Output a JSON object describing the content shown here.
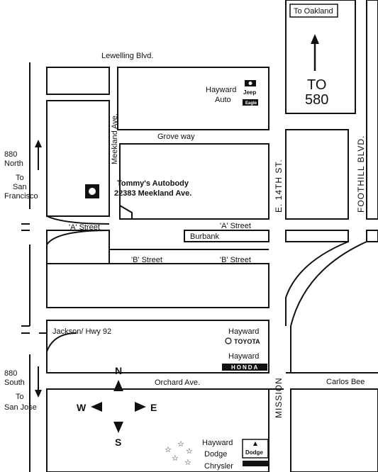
{
  "roads": {
    "lewelling": "Lewelling Blvd.",
    "grove": "Grove way",
    "meekland": "Meekland Ave.",
    "a_street_west": "'A' Street",
    "a_street_east": "'A' Street",
    "burbank": "Burbank",
    "b_street_west": "'B' Street",
    "b_street_east": "'B' Street",
    "jackson": "Jackson/ Hwy 92",
    "orchard": "Orchard Ave.",
    "carlos_bee": "Carlos Bee",
    "e14th": "E. 14TH ST.",
    "foothill": "FOOTHILL BLVD.",
    "mission": "MISSION"
  },
  "highway": {
    "north_line1": "880",
    "north_line2": "North",
    "north_line3": "To",
    "north_line4": "San",
    "north_line5": "Francisco",
    "south_line1": "880",
    "south_line2": "South",
    "south_line3": "To",
    "south_line4": "San Jose"
  },
  "oakland_box": "To Oakland",
  "to580_line1": "TO",
  "to580_line2": "580",
  "destination": {
    "name": "Tommy's Autobody",
    "address": "22383 Meekland Ave."
  },
  "dealers": {
    "auto_line1": "Hayward",
    "auto_line2": "Auto",
    "jeep": "Jeep",
    "eagle": "Eagle",
    "toyota_name": "Hayward",
    "toyota_brand": "TOYOTA",
    "honda_name": "Hayward",
    "honda_brand": "HONDA",
    "dodge_line1": "Hayward",
    "dodge_line2": "Dodge",
    "dodge_line3": "Chrysler",
    "dodge_brand": "Dodge"
  },
  "compass": {
    "n": "N",
    "s": "S",
    "e": "E",
    "w": "W"
  },
  "colors": {
    "ink": "#111111",
    "paper": "#ffffff"
  }
}
